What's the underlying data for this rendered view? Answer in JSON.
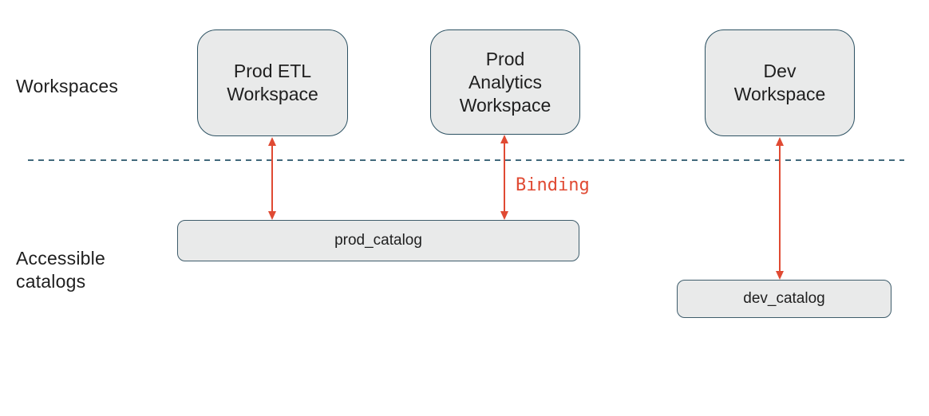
{
  "colors": {
    "box-fill": "#e9eaea",
    "workspace-border": "#2d5263",
    "catalog-border": "#3e5c6b",
    "divider": "#41697c",
    "arrow": "#e04a33",
    "binding-red": "#e04a33",
    "text": "#1f1f1f"
  },
  "labels": {
    "workspaces": "Workspaces",
    "accessible_catalogs": "Accessible\ncatalogs",
    "binding": "Binding"
  },
  "workspaces": [
    {
      "name": "Prod ETL\nWorkspace"
    },
    {
      "name": "Prod\nAnalytics\nWorkspace"
    },
    {
      "name": "Dev\nWorkspace"
    }
  ],
  "catalogs": [
    {
      "name": "prod_catalog"
    },
    {
      "name": "dev_catalog"
    }
  ]
}
